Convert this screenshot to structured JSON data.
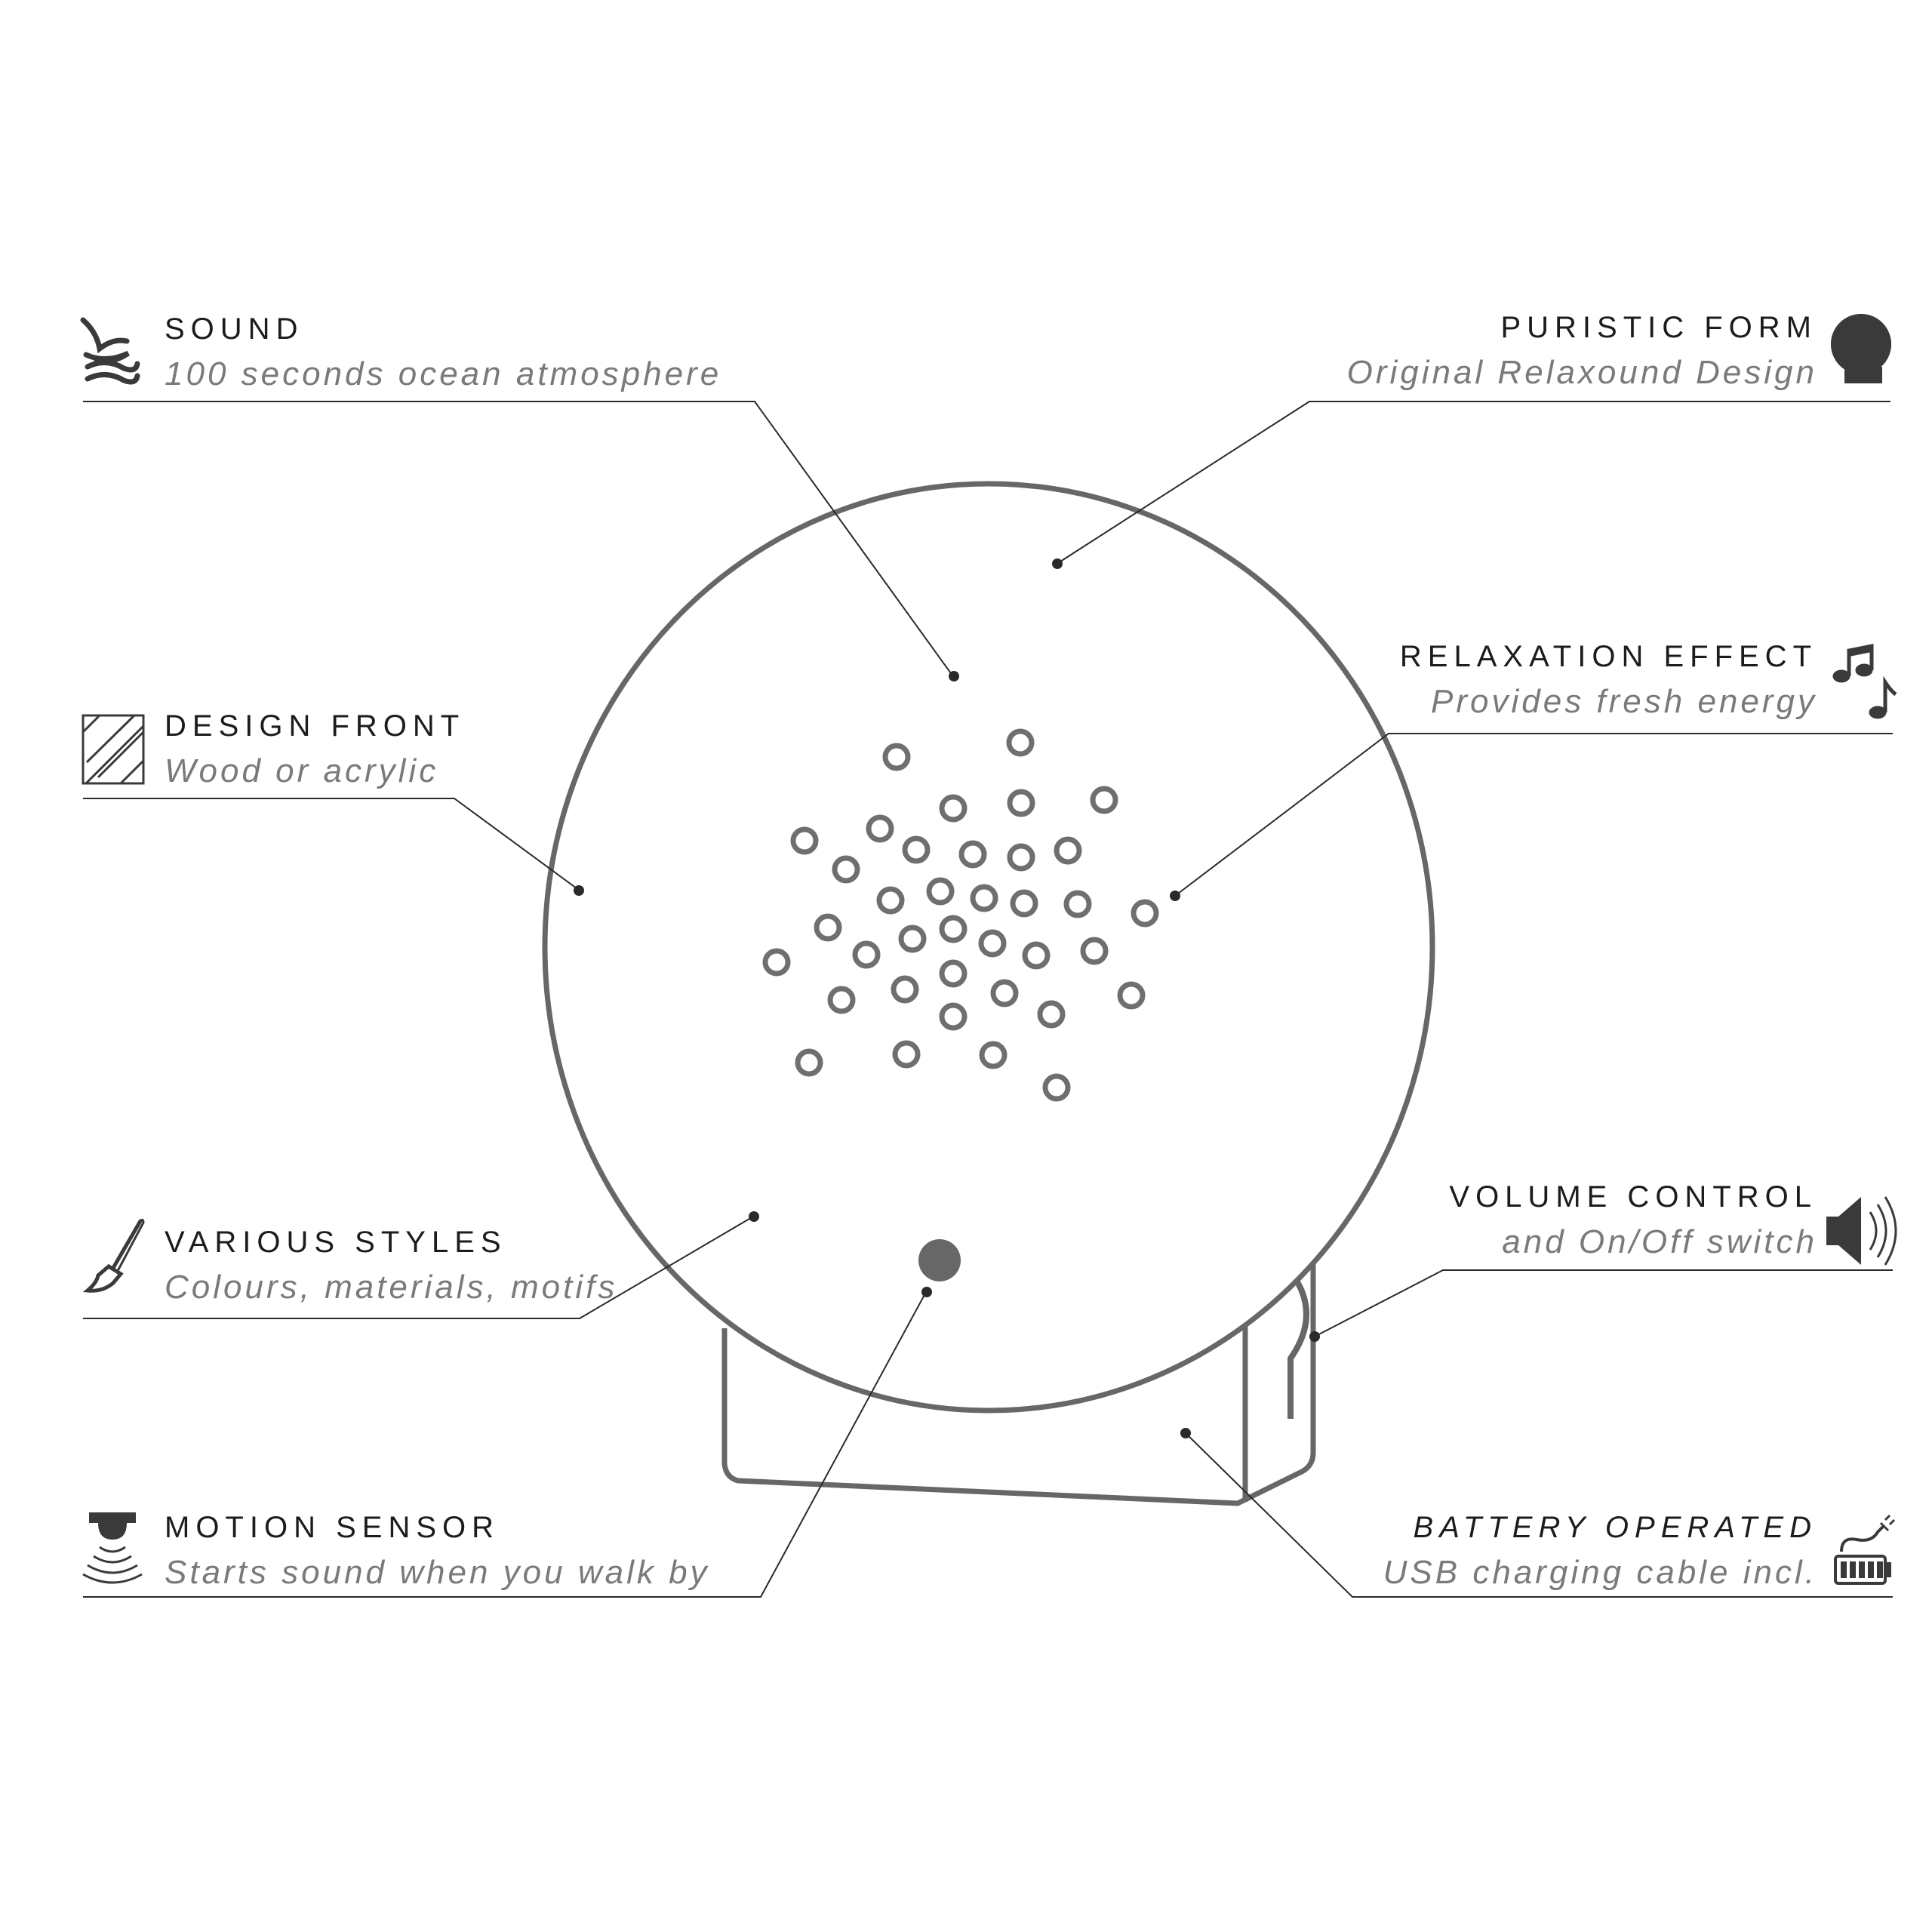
{
  "features": {
    "sound": {
      "title": "SOUND",
      "subtitle": "100 seconds ocean atmosphere",
      "icon": "ocean-wave-bird-icon"
    },
    "puristic_form": {
      "title": "PURISTIC FORM",
      "subtitle": "Original Relaxound Design",
      "icon": "round-device-icon"
    },
    "relaxation_effect": {
      "title": "RELAXATION EFFECT",
      "subtitle": "Provides fresh energy",
      "icon": "music-notes-icon"
    },
    "design_front": {
      "title": "DESIGN FRONT",
      "subtitle": "Wood or acrylic",
      "icon": "glass-panel-icon"
    },
    "various_styles": {
      "title": "VARIOUS STYLES",
      "subtitle": "Colours, materials, motifs",
      "icon": "paintbrush-icon"
    },
    "volume_control": {
      "title": "VOLUME CONTROL",
      "subtitle": "and On/Off switch",
      "icon": "speaker-icon"
    },
    "motion_sensor": {
      "title": "MOTION SENSOR",
      "subtitle": "Starts sound when you walk by",
      "icon": "motion-sensor-icon"
    },
    "battery_operated": {
      "title": "BATTERY OPERATED",
      "subtitle": "USB charging cable incl.",
      "icon": "battery-usb-icon"
    }
  },
  "colors": {
    "device_stroke": "#676767",
    "text_dark": "#1c1c1c",
    "text_muted": "#7a7a7a",
    "icon": "#3a3a3a"
  }
}
